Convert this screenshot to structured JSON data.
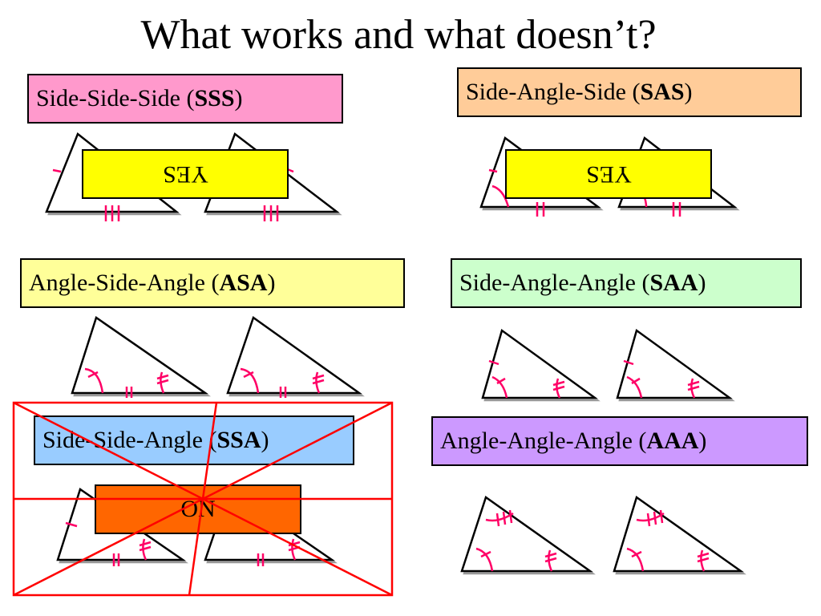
{
  "title": "What works and what doesn’t?",
  "cases": [
    {
      "id": "sss",
      "label_prefix": "Side-Side-Side (",
      "abbr": "SSS",
      "label_suffix": ")",
      "verdict": "YES",
      "color": "#ff99cc"
    },
    {
      "id": "sas",
      "label_prefix": "Side-Angle-Side (",
      "abbr": "SAS",
      "label_suffix": ")",
      "verdict": "YES",
      "color": "#ffcc99"
    },
    {
      "id": "asa",
      "label_prefix": "Angle-Side-Angle (",
      "abbr": "ASA",
      "label_suffix": ")",
      "color": "#ffff99"
    },
    {
      "id": "saa",
      "label_prefix": "Side-Angle-Angle (",
      "abbr": "SAA",
      "label_suffix": ")",
      "color": "#ccffcc"
    },
    {
      "id": "ssa",
      "label_prefix": "Side-Side-Angle (",
      "abbr": "SSA",
      "label_suffix": ")",
      "verdict": "ON",
      "color": "#99ccff"
    },
    {
      "id": "aaa",
      "label_prefix": "Angle-Angle-Angle (",
      "abbr": "AAA",
      "label_suffix": ")",
      "color": "#cc99ff"
    }
  ],
  "colors": {
    "yes_box": "#ffff00",
    "no_box": "#ff6600",
    "mark": "#ff0066",
    "cross_out": "#ff0000"
  }
}
